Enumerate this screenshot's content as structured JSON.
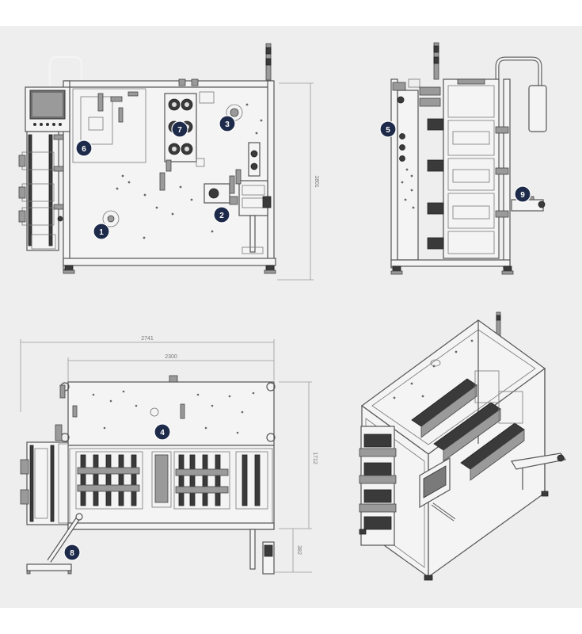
{
  "dimensions": {
    "overall_length": "2741",
    "frame_length": "2300",
    "height": "1801",
    "depth": "1712",
    "unwind_depth": "382"
  },
  "callouts": [
    "1",
    "2",
    "3",
    "4",
    "5",
    "6",
    "7",
    "8",
    "9"
  ],
  "colors": {
    "background": "#eeeeee",
    "line": "#555555",
    "callout_fill": "#1d2a4a",
    "callout_text": "#ffffff"
  }
}
